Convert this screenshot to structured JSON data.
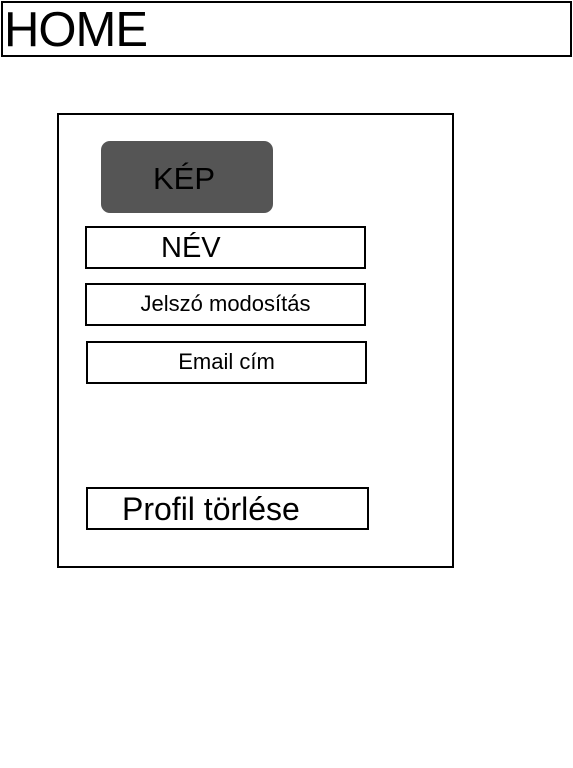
{
  "header": {
    "home_label": "HOME"
  },
  "profile": {
    "image_label": "KÉP",
    "name_label": "NÉV",
    "password_label": "Jelszó modosítás",
    "email_label": "Email cím",
    "delete_label": "Profil törlése"
  },
  "colors": {
    "page_background": "#ffffff",
    "image_placeholder": "#555555",
    "outline": "#000000"
  }
}
